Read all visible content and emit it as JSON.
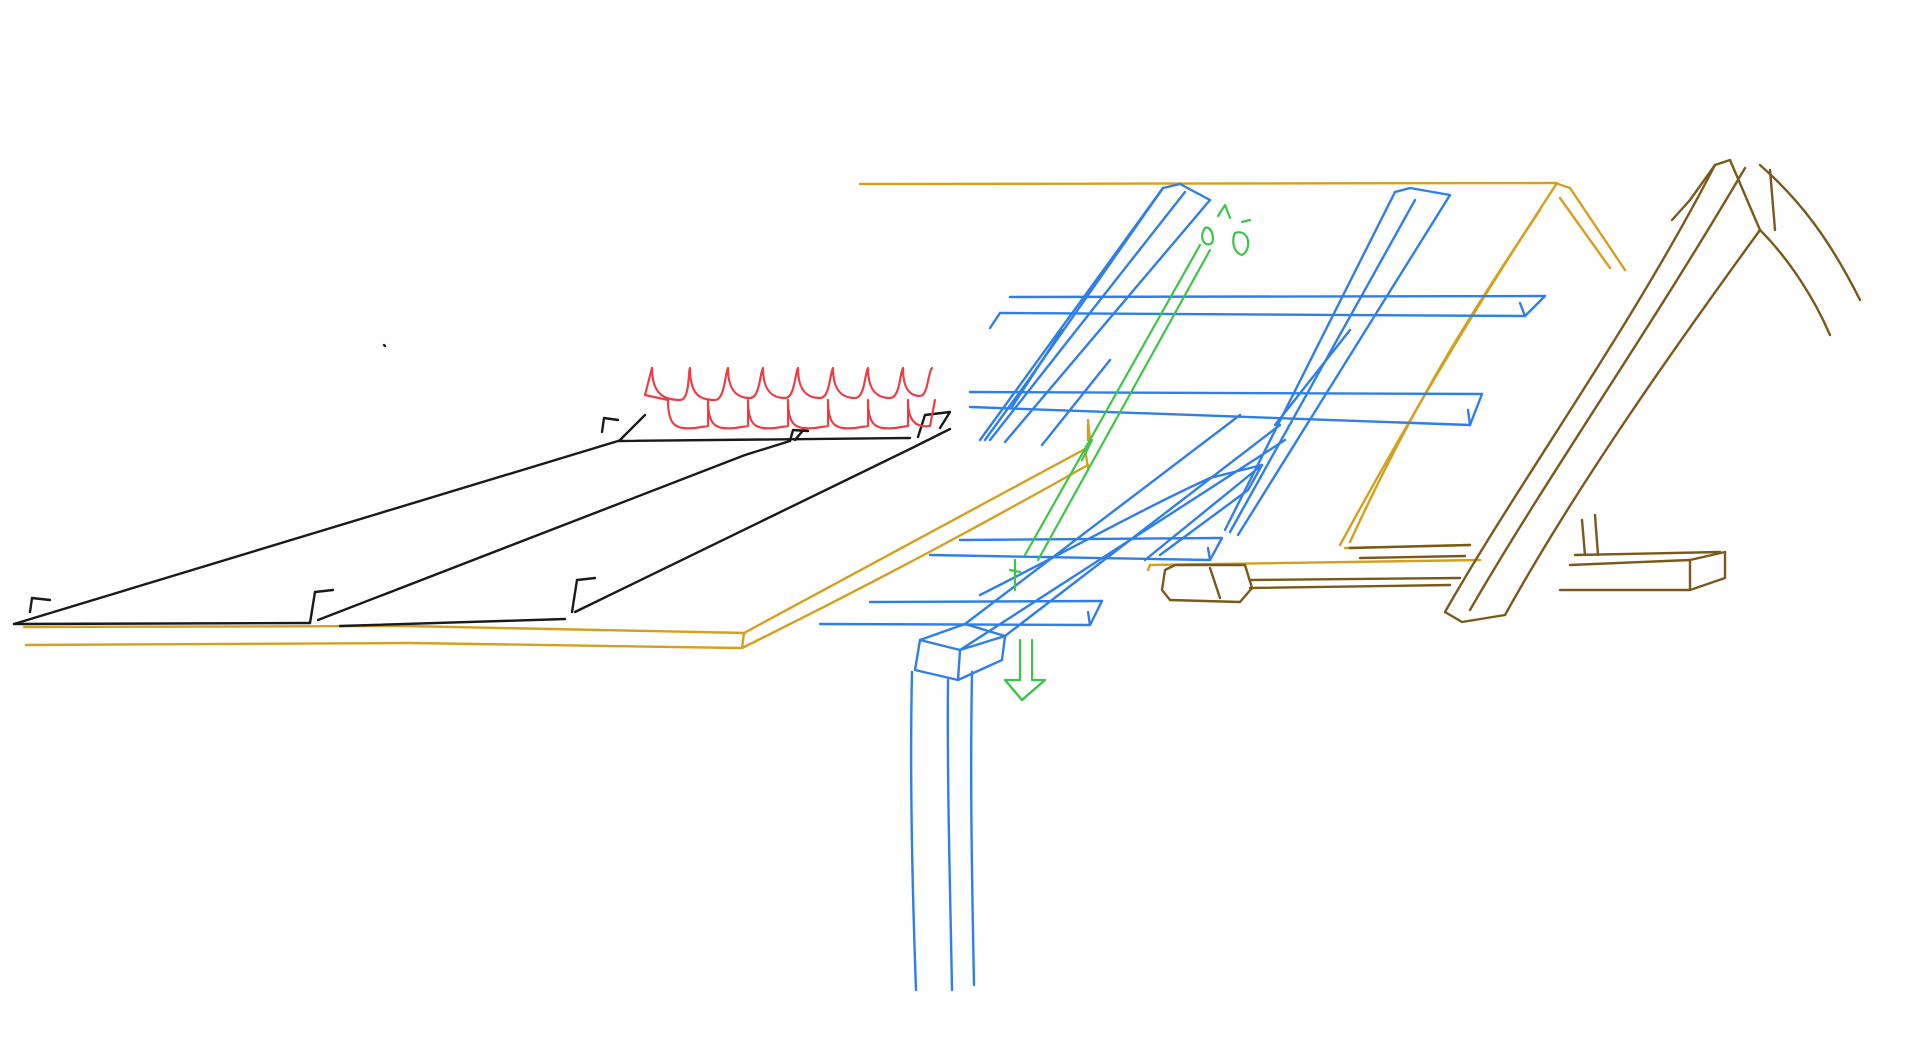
{
  "canvas": {
    "background": "#ffffff"
  },
  "palette": {
    "panels": "#1a1a1a",
    "tiles": "#e8404a",
    "plank": "#d4a020",
    "battens": "#2f7fe6",
    "arrows": "#3ec44a",
    "truss": "#7a5a1a"
  },
  "parts": [
    {
      "id": "roof-panels",
      "color_key": "panels"
    },
    {
      "id": "roof-tiles",
      "color_key": "tiles"
    },
    {
      "id": "ridge-plank",
      "color_key": "plank"
    },
    {
      "id": "batten-grid",
      "color_key": "battens"
    },
    {
      "id": "support-post",
      "color_key": "battens"
    },
    {
      "id": "flow-arrows",
      "color_key": "arrows"
    },
    {
      "id": "roof-truss",
      "color_key": "truss"
    }
  ]
}
